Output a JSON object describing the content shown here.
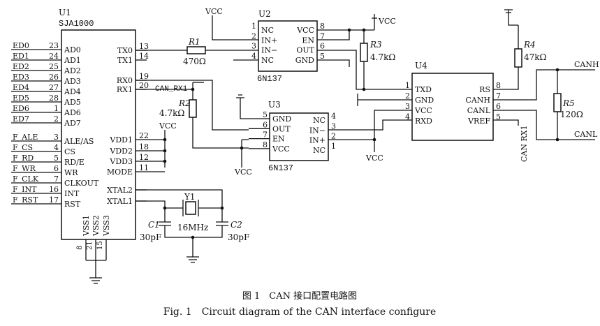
{
  "caption": {
    "cn": "图 1　CAN 接口配置电路图",
    "en": "Fig. 1　Circuit diagram of the CAN interface configure"
  },
  "u1": {
    "ref": "U1",
    "part": "SJA1000",
    "left_pins": [
      {
        "net": "ED0",
        "num": "23",
        "name": "AD0"
      },
      {
        "net": "ED1",
        "num": "24",
        "name": "AD1"
      },
      {
        "net": "ED2",
        "num": "25",
        "name": "AD2"
      },
      {
        "net": "ED3",
        "num": "26",
        "name": "AD3"
      },
      {
        "net": "ED4",
        "num": "27",
        "name": "AD4"
      },
      {
        "net": "ED5",
        "num": "28",
        "name": "AD5"
      },
      {
        "net": "ED6",
        "num": "1",
        "name": "AD6"
      },
      {
        "net": "ED7",
        "num": "2",
        "name": "AD7"
      },
      {
        "net": "F_ALE",
        "num": "3",
        "name": "ALE/AS"
      },
      {
        "net": "F_CS",
        "num": "4",
        "name": "CS"
      },
      {
        "net": "F_RD",
        "num": "5",
        "name": "RD/E"
      },
      {
        "net": "F_WR",
        "num": "6",
        "name": "WR"
      },
      {
        "net": "F_CLK",
        "num": "7",
        "name": "CLKOUT"
      },
      {
        "net": "F_INT",
        "num": "16",
        "name": "INT"
      },
      {
        "net": "F_RST",
        "num": "17",
        "name": "RST"
      }
    ],
    "right_pins": [
      {
        "num": "13",
        "name": "TX0"
      },
      {
        "num": "14",
        "name": "TX1"
      },
      {
        "num": "19",
        "name": "RX0"
      },
      {
        "num": "20",
        "name": "RX1"
      },
      {
        "num": "22",
        "name": "VDD1"
      },
      {
        "num": "18",
        "name": "VDD2"
      },
      {
        "num": "12",
        "name": "VDD3"
      },
      {
        "num": "11",
        "name": "MODE"
      },
      {
        "num": "",
        "name": "XTAL2"
      },
      {
        "num": "",
        "name": "XTAL1"
      }
    ],
    "bottom_pins": [
      {
        "num": "8",
        "name": "VSS1"
      },
      {
        "num": "21",
        "name": "VSS2"
      },
      {
        "num": "15",
        "name": "VSS3"
      }
    ]
  },
  "u2": {
    "ref": "U2",
    "part": "6N137",
    "left_pins": [
      {
        "num": "1",
        "name": "NC"
      },
      {
        "num": "2",
        "name": "IN+"
      },
      {
        "num": "3",
        "name": "IN−"
      },
      {
        "num": "4",
        "name": "NC"
      }
    ],
    "right_pins": [
      {
        "num": "8",
        "name": "VCC"
      },
      {
        "num": "7",
        "name": "EN"
      },
      {
        "num": "6",
        "name": "OUT"
      },
      {
        "num": "5",
        "name": "GND"
      }
    ]
  },
  "u3": {
    "ref": "U3",
    "part": "6N137",
    "left_pins": [
      {
        "num": "5",
        "name": "GND"
      },
      {
        "num": "6",
        "name": "OUT"
      },
      {
        "num": "7",
        "name": "EN"
      },
      {
        "num": "8",
        "name": "VCC"
      }
    ],
    "right_pins": [
      {
        "num": "4",
        "name": "NC"
      },
      {
        "num": "3",
        "name": "IN−"
      },
      {
        "num": "2",
        "name": "IN+"
      },
      {
        "num": "1",
        "name": "NC"
      }
    ]
  },
  "u4": {
    "ref": "U4",
    "left_pins": [
      {
        "num": "1",
        "name": "TXD"
      },
      {
        "num": "2",
        "name": "GND"
      },
      {
        "num": "3",
        "name": "VCC"
      },
      {
        "num": "4",
        "name": "RXD"
      }
    ],
    "right_pins": [
      {
        "num": "8",
        "name": "RS"
      },
      {
        "num": "7",
        "name": "CANH"
      },
      {
        "num": "6",
        "name": "CANL"
      },
      {
        "num": "5",
        "name": "VREF"
      }
    ]
  },
  "resistors": {
    "r1": {
      "ref": "R1",
      "value": "470Ω"
    },
    "r2": {
      "ref": "R2",
      "value": "4.7kΩ"
    },
    "r3": {
      "ref": "R3",
      "value": "4.7kΩ"
    },
    "r4": {
      "ref": "R4",
      "value": "47kΩ"
    },
    "r5": {
      "ref": "R5",
      "value": "120Ω"
    }
  },
  "crystal": {
    "ref": "Y1",
    "value": "16MHz"
  },
  "capacitors": {
    "c1": {
      "ref": "C1",
      "value": "30pF"
    },
    "c2": {
      "ref": "C2",
      "value": "30pF"
    }
  },
  "nets": {
    "vcc": "VCC",
    "can_rx1": "CAN_RX1",
    "can_rx1_vertical": "CAN RX1",
    "canh": "CANH",
    "canl": "CANL"
  }
}
